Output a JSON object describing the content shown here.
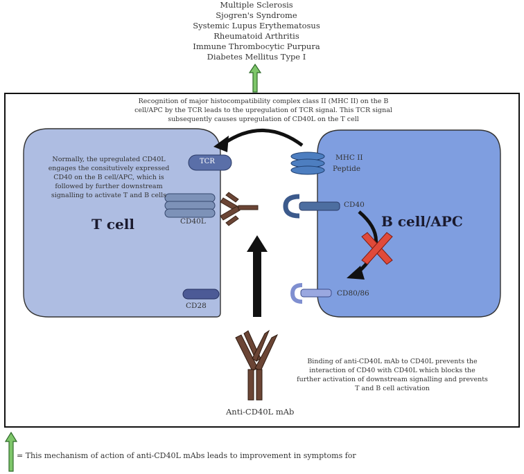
{
  "diseases": [
    "Multiple Sclerosis",
    "Sjogren's Syndrome",
    "Systemic Lupus Erythematosus",
    "Rheumatoid Arthritis",
    "Immune Thrombocytic Purpura",
    "Diabetes Mellitus Type I"
  ],
  "captions": {
    "recognition": [
      "Recognition of major histocompatibility complex class II (MHC II) on the B",
      "cell/APC by the TCR leads to the upregulation of TCR signal. This TCR signal",
      "subsequently causes upregulation of CD40L on the T cell"
    ],
    "normally": [
      "Normally, the upregulated CD40L",
      "engages the consitutively expressed",
      "CD40 on the B cell/APC, which is",
      "followed by further downstream",
      "signalling to activate T and B cells"
    ],
    "binding": [
      "Binding of anti-CD40L mAb to CD40L prevents the",
      "interaction of CD40 with CD40L which blocks the",
      "further activation of downstream signalling and prevents",
      "T and B cell activation"
    ]
  },
  "labels": {
    "tcr": "TCR",
    "mhc": "MHC II",
    "peptide": "Peptide",
    "cd40": "CD40",
    "cd40l": "CD40L",
    "cd28": "CD28",
    "cd80": "CD80/86",
    "tcell": "T cell",
    "bcell": "B cell/APC",
    "mab": "Anti-CD40L mAb"
  },
  "footer": "= This mechanism of action of anti-CD40L mAbs leads to improvement in symptoms for",
  "colors": {
    "tcell_fill": "#aebde2",
    "bcell_fill": "#7f9ee0",
    "receptor": "#3c5a8c",
    "antibody": "#6b4535",
    "block_x": "#e04a3a",
    "green_arrow": "#7ec66a"
  }
}
